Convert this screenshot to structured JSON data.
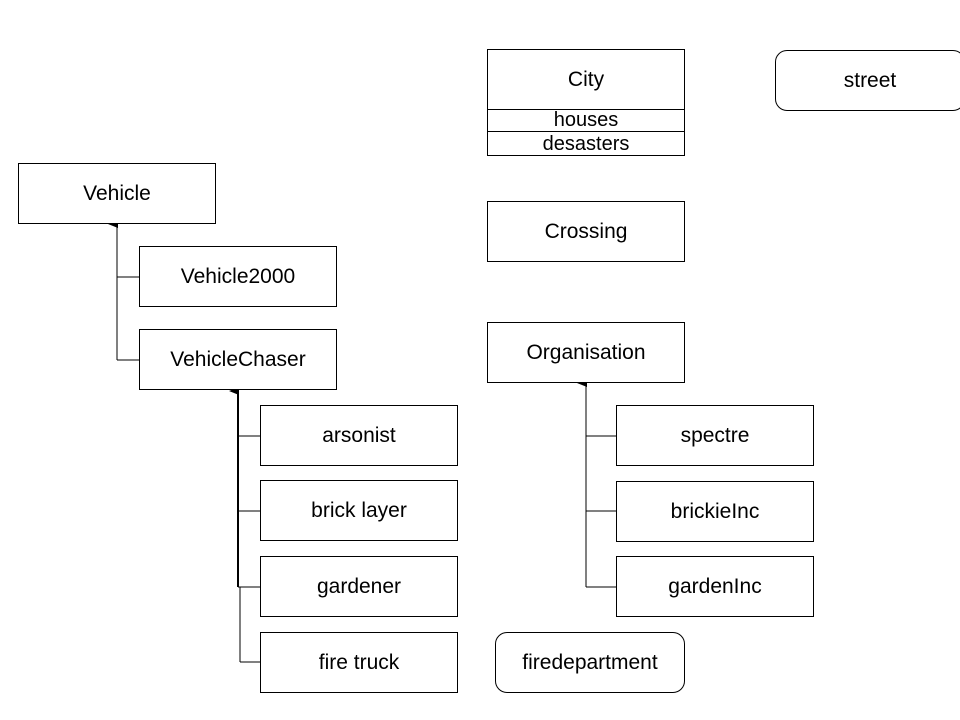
{
  "vehicle_tree": {
    "root": "Vehicle",
    "children": [
      "Vehicle2000",
      "VehicleChaser"
    ],
    "chaser_children": [
      "arsonist",
      "brick layer",
      "gardener",
      "fire truck"
    ]
  },
  "city": {
    "title": "City",
    "attributes": [
      "houses",
      "desasters"
    ]
  },
  "street": "street",
  "crossing": "Crossing",
  "organisation_tree": {
    "root": "Organisation",
    "children": [
      "spectre",
      "brickieInc",
      "gardenInc"
    ]
  },
  "firedepartment": "firedepartment"
}
